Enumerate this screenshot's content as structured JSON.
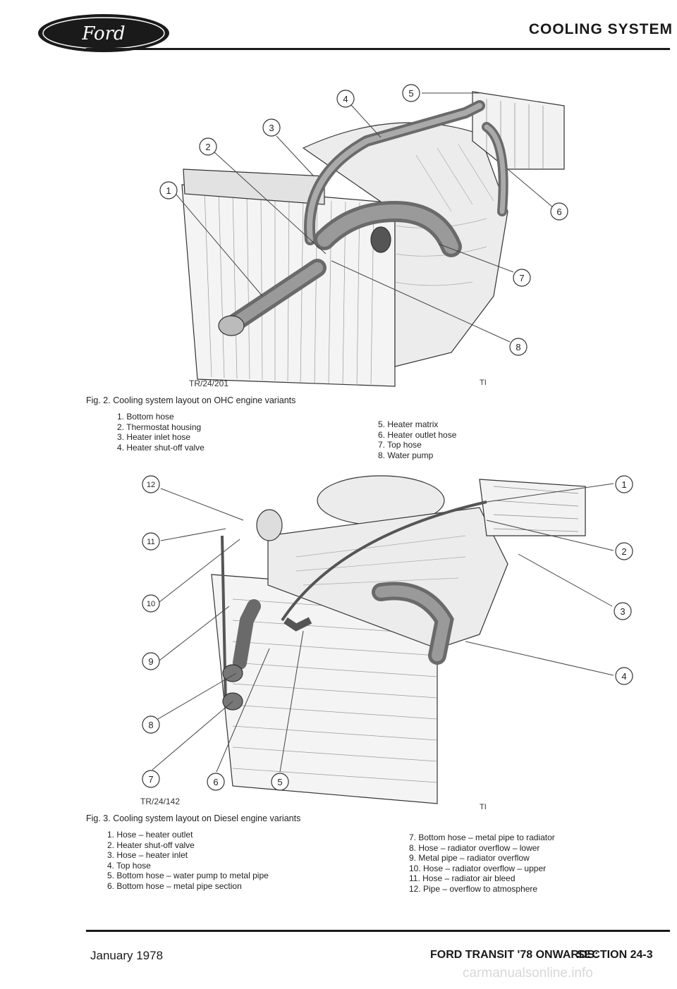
{
  "header": {
    "logo_text": "Ford",
    "title": "COOLING SYSTEM"
  },
  "fig2": {
    "ref": "TR/24/201",
    "caption": "Fig. 2. Cooling system layout on OHC engine variants",
    "items_left": [
      "1. Bottom hose",
      "2. Thermostat housing",
      "3. Heater inlet hose",
      "4. Heater shut-off valve"
    ],
    "items_right": [
      "5. Heater matrix",
      "6. Heater outlet hose",
      "7. Top hose",
      "8. Water pump"
    ],
    "ti_mark": "TI",
    "callouts": [
      "1",
      "2",
      "3",
      "4",
      "5",
      "6",
      "7",
      "8"
    ]
  },
  "fig3": {
    "ref": "TR/24/142",
    "caption": "Fig. 3. Cooling system layout on Diesel engine variants",
    "items_left": [
      "1. Hose – heater outlet",
      "2. Heater shut-off valve",
      "3. Hose – heater inlet",
      "4. Top hose",
      "5. Bottom hose – water pump to metal pipe",
      "6. Bottom hose – metal pipe section"
    ],
    "items_right": [
      "7. Bottom hose – metal pipe to radiator",
      "8. Hose – radiator overflow – lower",
      "9. Metal pipe – radiator overflow",
      "10. Hose – radiator overflow – upper",
      "11. Hose – radiator air bleed",
      "12. Pipe – overflow to atmosphere"
    ],
    "ti_mark": "TI",
    "callouts": [
      "1",
      "2",
      "3",
      "4",
      "5",
      "6",
      "7",
      "8",
      "9",
      "10",
      "11",
      "12"
    ]
  },
  "footer": {
    "date": "January 1978",
    "title": "FORD TRANSIT '78 ONWARDS:",
    "section": "SECTION 24-3",
    "watermark": "carmanualsonline.info"
  },
  "colors": {
    "ink": "#1a1a1a",
    "hose": "#6a6a6a",
    "line": "#444444"
  }
}
